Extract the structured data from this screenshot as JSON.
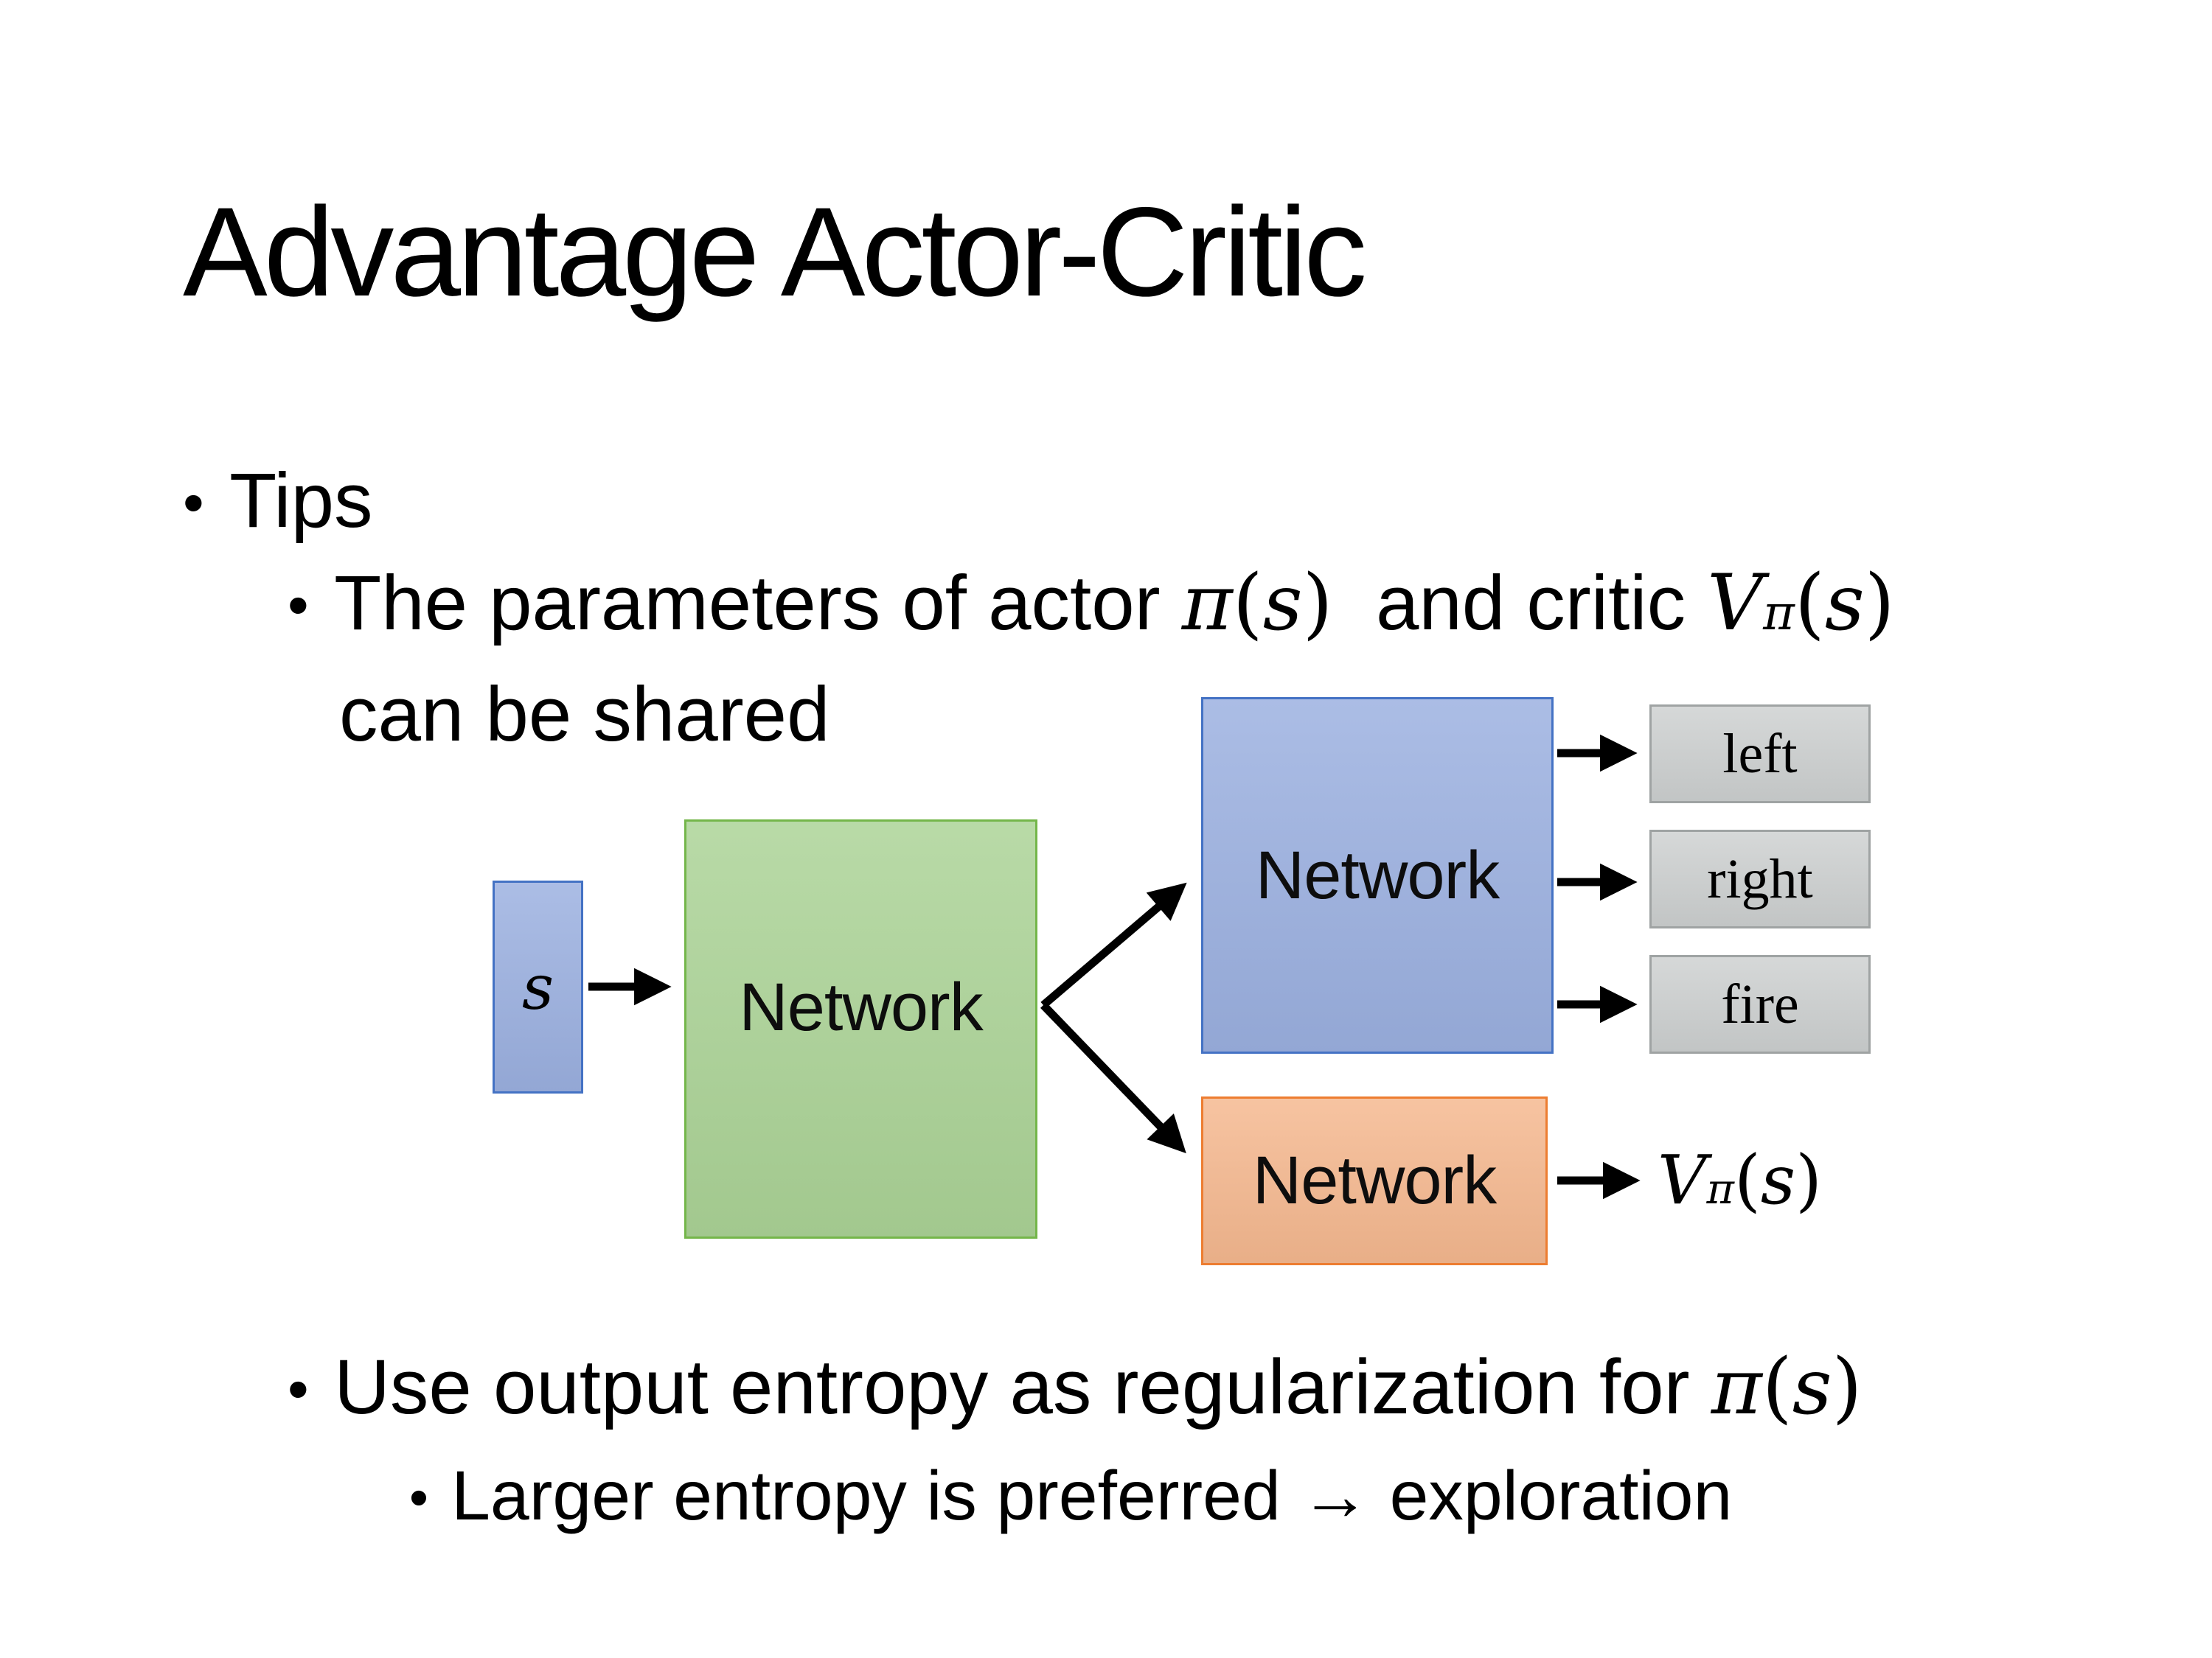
{
  "slide": {
    "title": "Advantage Actor-Critic",
    "bullet_char": "•",
    "tips_label": "Tips",
    "param_bullet": {
      "prefix": "The parameters of actor ",
      "mid": "  and critic ",
      "line2": "can be shared"
    },
    "entropy_bullet": {
      "prefix": "Use output entropy as regularization for "
    },
    "larger_bullet": "Larger entropy is preferred → exploration",
    "math": {
      "pi": "π",
      "s": "s",
      "V": "V",
      "lparen": "(",
      "rparen": ")"
    },
    "diagram": {
      "input_label": "s",
      "shared_network": "Network",
      "actor_network": "Network",
      "critic_network": "Network",
      "actions": [
        "left",
        "right",
        "fire"
      ],
      "colors": {
        "input_fill": "#9BB0E0",
        "input_border": "#4472C4",
        "shared_fill": "#ABD396",
        "shared_border": "#74B64A",
        "actor_fill": "#9BB0E0",
        "actor_border": "#4472C4",
        "critic_fill": "#F5B88F",
        "critic_border": "#ED7D31",
        "action_fill": "#CACDCD",
        "action_border": "#9FA3A3",
        "arrow": "#000000"
      }
    }
  }
}
